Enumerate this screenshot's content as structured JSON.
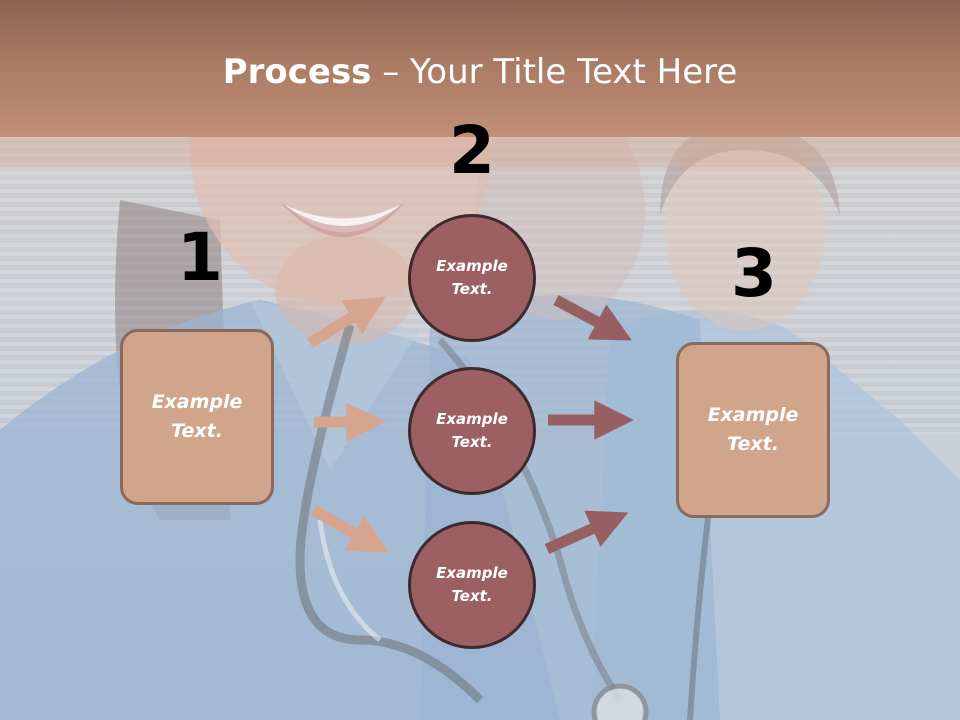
{
  "slide": {
    "title_bold": "Process",
    "title_rest": " – Your Title Text Here",
    "steps": [
      {
        "number": "1",
        "text": "Example\nText."
      },
      {
        "number": "2",
        "text": "Example\nText."
      },
      {
        "number": "3",
        "text": "Example\nText."
      }
    ],
    "middle_items": [
      {
        "text": "Example\nText."
      },
      {
        "text": "Example\nText."
      },
      {
        "text": "Example\nText."
      }
    ]
  },
  "colors": {
    "title_band": "#b98671",
    "box_fill": "#d1a48c",
    "box_border": "#8a6a5c",
    "circle_fill": "#9c6063",
    "circle_border": "#3e2a2c",
    "arrow_left": "#d7a58f",
    "arrow_right": "#985f62"
  }
}
